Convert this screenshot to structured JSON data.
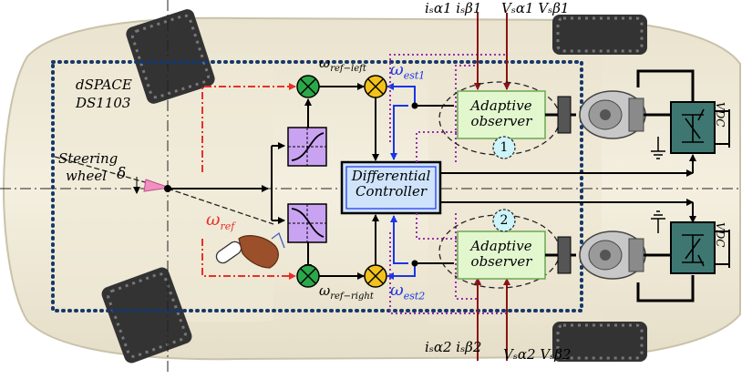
{
  "hardware": {
    "line1": "dSPACE",
    "line2": "DS1103"
  },
  "steering": {
    "line1": "Steering",
    "line2": "wheel",
    "angle_symbol": "δ"
  },
  "omega_ref": {
    "main": "ω",
    "sub": "ref"
  },
  "omega_ref_left": {
    "main": "ω",
    "sub": "ref−left"
  },
  "omega_ref_right": {
    "main": "ω",
    "sub": "ref−right"
  },
  "omega_est1": {
    "main": "ω",
    "sub": "est1"
  },
  "omega_est2": {
    "main": "ω",
    "sub": "est2"
  },
  "controller": {
    "line1": "Differential",
    "line2": "Controller"
  },
  "observer1": {
    "line1": "Adaptive",
    "line2": "observer",
    "number": "1"
  },
  "observer2": {
    "line1": "Adaptive",
    "line2": "observer",
    "number": "2"
  },
  "signals_top": {
    "currents": "iₛα1 iₛβ1",
    "voltages": "Vₛα1 Vₛβ1"
  },
  "signals_bottom": {
    "currents": "iₛα2 iₛβ2",
    "voltages": "Vₛα2 Vₛβ2"
  },
  "vdc_top": "VDC",
  "vdc_bottom": "VDC",
  "colors": {
    "ref_path": "#e8302a",
    "estimate_path": "#1a35e6",
    "signal_lines": "#8a1414",
    "observer_link": "#9b2fb0",
    "hardware_border": "#16386b",
    "observer_fill": "#e3f7cf",
    "controller_fill": "#cfe3fa",
    "lookup_fill": "#c9a3f2",
    "sum_green": "#2aa84a",
    "sum_yellow": "#f2c21a",
    "inverter_fill": "#3e7772"
  }
}
